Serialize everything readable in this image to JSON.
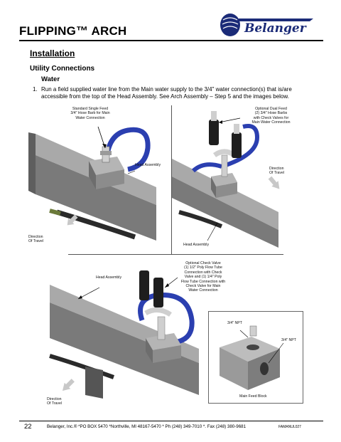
{
  "header": {
    "title": "FLIPPING™ ARCH",
    "logo_text": "Belanger"
  },
  "section": {
    "heading": "Installation",
    "subheading": "Utility Connections",
    "subsubheading": "Water",
    "step_number": "1.",
    "step_text": "Run a field supplied water line from the Main water supply to the 3/4\" water connection(s) that is/are accessible from the top of the Head Assembly. See Arch Assembly – Step 5 and the images below."
  },
  "figure_top_left": {
    "callout_feed": [
      "Standard Single Feed",
      "3/4\" Hose Barb for Main",
      "Water Connection"
    ],
    "callout_head": "Head Assembly",
    "callout_direction": [
      "Direction",
      "Of Travel"
    ]
  },
  "figure_top_right": {
    "callout_feed": [
      "Optional Dual Feed",
      "(2) 3/4\" Hose Barbs",
      "with Check Valves for",
      "Main Water Connection"
    ],
    "callout_direction": [
      "Direction",
      "Of Travel"
    ],
    "callout_head": "Head Assembly"
  },
  "figure_bottom": {
    "callout_head": "Head Assembly",
    "callout_check": [
      "Optional Check Valve",
      "(1) 1/2\" Poly Flow Tube",
      "Connection with Check",
      "Valve and (1) 1/4\" Poly",
      "Flow Tube Connection with",
      "Check Valve for Main",
      "Water Connection"
    ],
    "callout_direction": [
      "Direction",
      "Of Travel"
    ],
    "inset_npt_top": "3/4\" NPT",
    "inset_npt_side": "3/4\" NPT",
    "inset_caption": "Main Feed Block"
  },
  "footer": {
    "page": "22",
    "contact": "Belanger, Inc.® *PO BOX 5470 *Northville, MI 48167-5470 * Ph (248) 349-7010 *. Fax (248) 380-9681",
    "code": "FAMANUL027"
  },
  "colors": {
    "hose_blue": "#2b3fb0",
    "steel": "#8a8a8a",
    "steel_dark": "#5a5a5a",
    "valve_black": "#1e1e1e",
    "arrow_gray": "#c8c8c8"
  }
}
